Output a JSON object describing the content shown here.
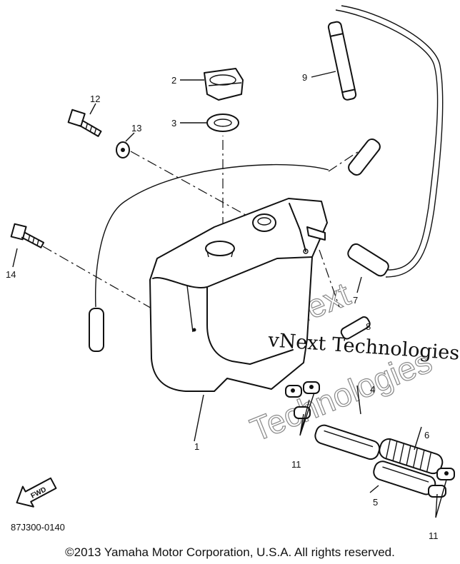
{
  "diagram": {
    "callouts": [
      "1",
      "2",
      "3",
      "4",
      "5",
      "6",
      "7",
      "8",
      "9",
      "11",
      "11",
      "12",
      "13",
      "14"
    ],
    "fwd_label": "FWD",
    "drawing_code": "87J300-0140"
  },
  "watermark": {
    "line1": "vNext Technologies",
    "line2": "vNext",
    "line3": "Technologies"
  },
  "footer": {
    "copyright": "©2013 Yamaha Motor Corporation, U.S.A. All rights reserved."
  }
}
